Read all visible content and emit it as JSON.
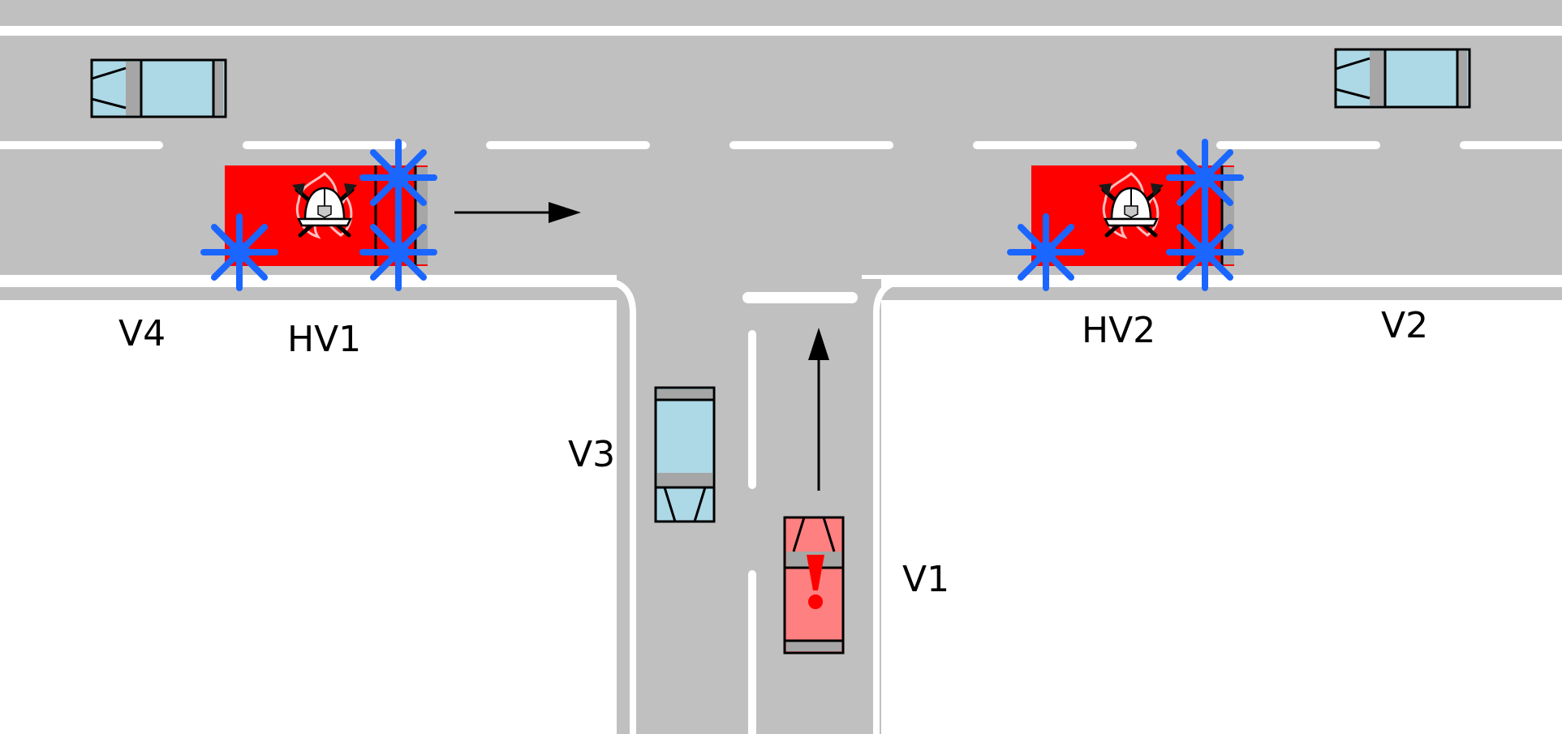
{
  "labels": {
    "v1": "V1",
    "v2": "V2",
    "v3": "V3",
    "v4": "V4",
    "hv1": "HV1",
    "hv2": "HV2"
  },
  "colors": {
    "road": "#c0c0c0",
    "marking": "#ffffff",
    "car_body": "#add8e6",
    "car_glass": "#a6a6a6",
    "fire_truck": "#ff0000",
    "ego_car": "#ff8080",
    "warning": "#ff0000",
    "siren_light": "#1a66ff",
    "arrow": "#000000"
  },
  "icons": {
    "emergency_emblem": "firefighter-helmet-emblem",
    "siren": "blue-flashing-light",
    "warning": "exclamation-mark"
  }
}
